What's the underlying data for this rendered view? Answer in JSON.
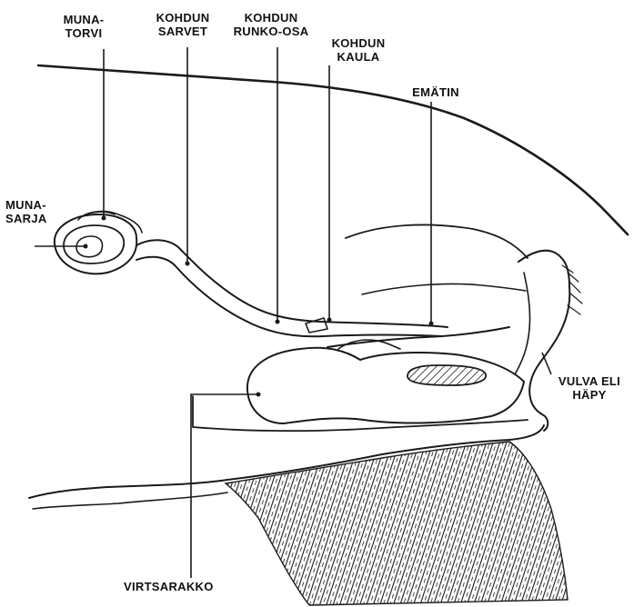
{
  "labels": {
    "munatorvi": [
      "MUNA-",
      "TORVI"
    ],
    "kohdun_sarvet": [
      "KOHDUN",
      "SARVET"
    ],
    "kohdun_runko_osa": [
      "KOHDUN",
      "RUNKO-OSA"
    ],
    "kohdun_kaula": [
      "KOHDUN",
      "KAULA"
    ],
    "ematin": [
      "EMÄTIN"
    ],
    "munasarja": [
      "MUNA-",
      "SARJA"
    ],
    "vulva_eli_hapy": [
      "VULVA ELI",
      "HÄPY"
    ],
    "virtsarakko": [
      "VIRTSARAKKO"
    ]
  },
  "colors": {
    "ink": "#1a1a1a",
    "background": "#ffffff"
  }
}
